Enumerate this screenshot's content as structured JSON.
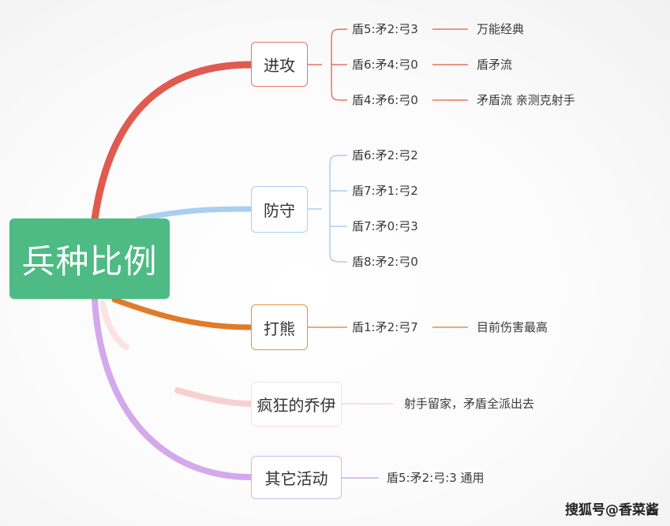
{
  "root": {
    "label": "兵种比例"
  },
  "branches": {
    "attack": {
      "label": "进攻",
      "items": [
        {
          "ratio": "盾5:矛2:弓3",
          "note": "万能经典"
        },
        {
          "ratio": "盾6:矛4:弓0",
          "note": "盾矛流"
        },
        {
          "ratio": "盾4:矛6:弓0",
          "note": "矛盾流 亲测克射手"
        }
      ]
    },
    "defend": {
      "label": "防守",
      "items": [
        {
          "ratio": "盾6:矛2:弓2"
        },
        {
          "ratio": "盾7:矛1:弓2"
        },
        {
          "ratio": "盾7:矛0:弓3"
        },
        {
          "ratio": "盾8:矛2:弓0"
        }
      ]
    },
    "bear": {
      "label": "打熊",
      "items": [
        {
          "ratio": "盾1:矛2:弓7",
          "note": "目前伤害最高"
        }
      ]
    },
    "joy": {
      "label": "疯狂的乔伊",
      "note": "射手留家，矛盾全派出去"
    },
    "other": {
      "label": "其它活动",
      "note": "盾5:矛2:弓:3 通用"
    }
  },
  "watermark": "搜狐号@香菜酱",
  "colors": {
    "root": "#4dbb83",
    "attack": "#e05a4f",
    "defend": "#a9cff0",
    "bear": "#e07b2a",
    "joy": "#f9d0d0",
    "other": "#d4a8ec"
  }
}
